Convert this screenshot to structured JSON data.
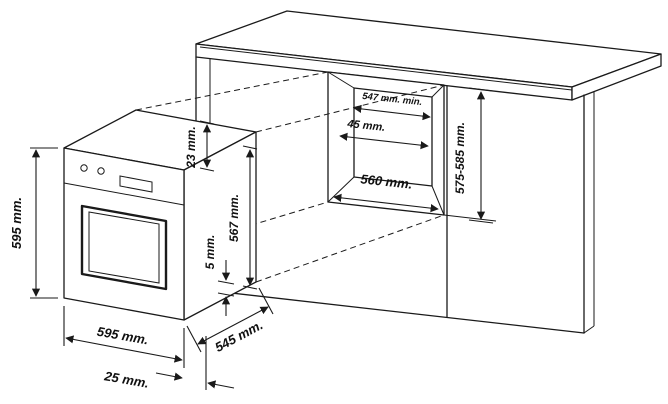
{
  "colors": {
    "background": "#ffffff",
    "line": "#1a1a1a"
  },
  "oven_dimensions": {
    "height": "595 mm.",
    "width": "595 mm.",
    "depth": "545 mm.",
    "front_offset": "25 mm.",
    "top_section": "23 mm.",
    "body_height": "567 mm.",
    "bottom_section": "5 mm."
  },
  "cabinet_dimensions": {
    "niche_back_width_min": "547 mm. min.",
    "niche_gap": "45 mm.",
    "niche_front_width": "560 mm.",
    "niche_height_range": "575-585 mm."
  }
}
